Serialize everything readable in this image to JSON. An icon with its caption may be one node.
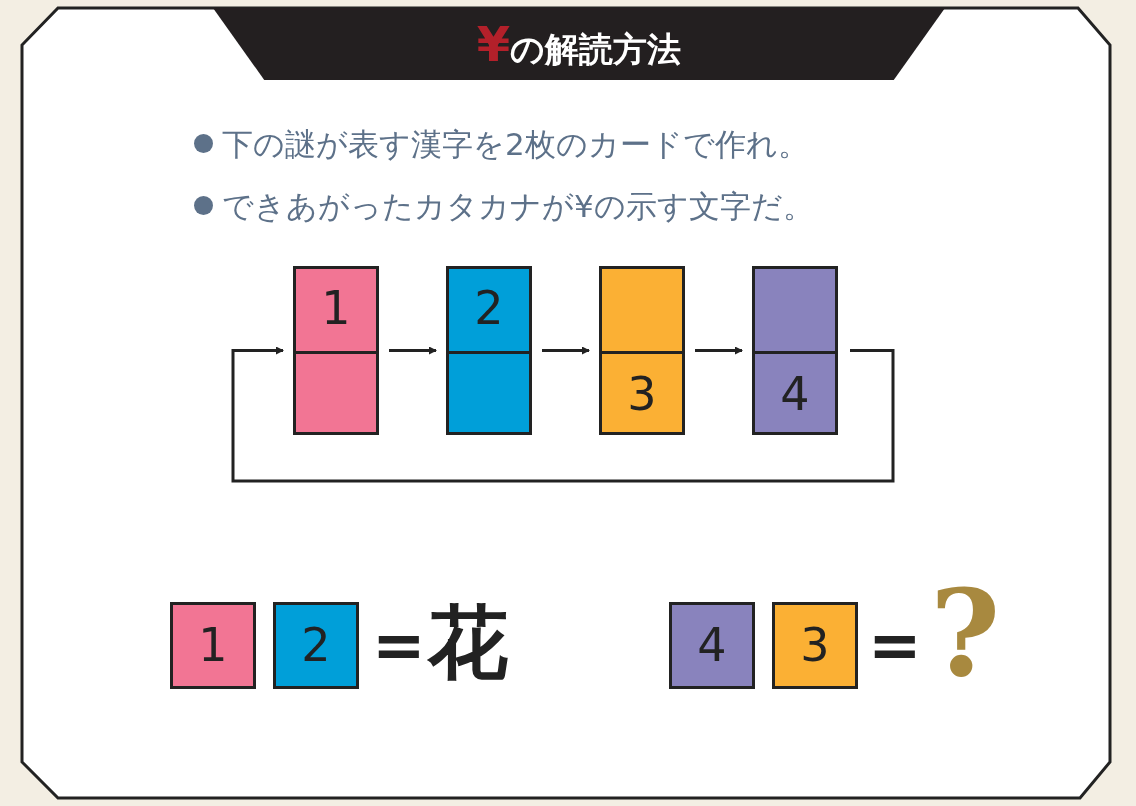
{
  "diagram": {
    "title": "¥の解読方法",
    "nodes": [
      {
        "text": [
          "1"
        ]
      },
      {
        "text": [
          "2"
        ]
      },
      {
        "text": [
          "3"
        ]
      },
      {
        "text": [
          "4"
        ]
      },
      {
        "text": [
          "1"
        ]
      },
      {
        "text": [
          "2"
        ]
      },
      {
        "text": [
          "4"
        ]
      },
      {
        "text": [
          "3"
        ]
      }
    ],
    "edges": [
      {
        "from": 0,
        "to": 1,
        "arrow": "to"
      },
      {
        "from": 1,
        "to": 2,
        "arrow": "to"
      },
      {
        "from": 2,
        "to": 3,
        "arrow": "to"
      },
      {
        "from": 3,
        "to": 0,
        "arrow": "to"
      }
    ],
    "labels": [
      "下の謎が表す漢字を2枚のカードで作れ。",
      "できあがったカタカナが¥の示す文字だ。",
      "=",
      "花",
      "=",
      "?"
    ]
  }
}
